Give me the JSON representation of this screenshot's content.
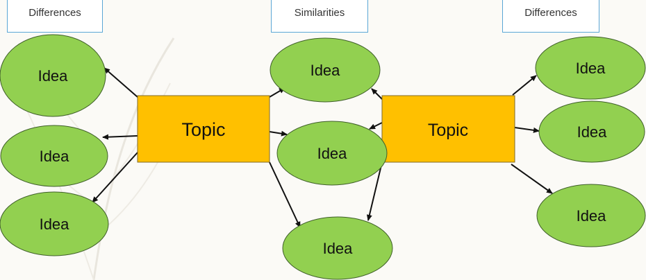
{
  "headers": {
    "left": "Differences",
    "middle": "Similarities",
    "right": "Differences"
  },
  "topics": {
    "left": "Topic",
    "right": "Topic"
  },
  "ideas": {
    "left_top": "Idea",
    "left_middle": "Idea",
    "left_bottom": "Idea",
    "center_top": "Idea",
    "center_middle": "Idea",
    "center_bottom": "Idea",
    "right_top": "Idea",
    "right_middle": "Idea",
    "right_bottom": "Idea"
  },
  "colors": {
    "idea_fill": "#92d050",
    "idea_stroke": "#3f5f2a",
    "topic_fill": "#ffc000",
    "topic_stroke": "#7f6a2a",
    "header_border": "#5aa6d6",
    "arrow": "#111111"
  }
}
